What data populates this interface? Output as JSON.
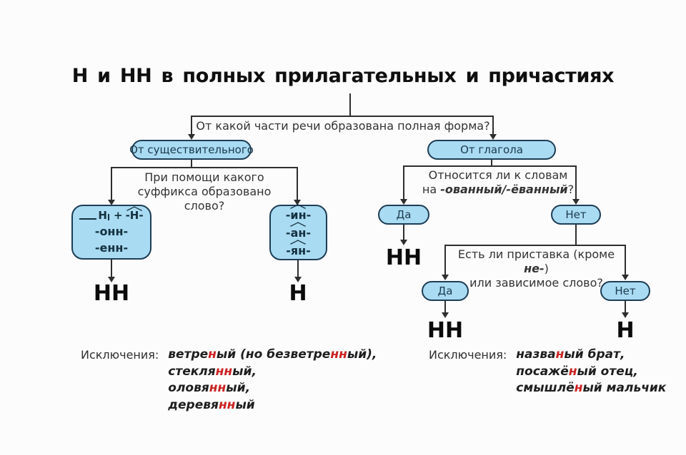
{
  "title": "Н и НН в полных прилагательных и причастиях",
  "colors": {
    "node_fill": "#a9dbf2",
    "node_border": "#1d3d54",
    "line": "#2e2e2e",
    "text": "#333333",
    "dark": "#14303f",
    "red": "#cc2222"
  },
  "root_question": "От какой части речи образована полная форма?",
  "noun_branch": {
    "label": "От существительного",
    "question_line1": "При помощи какого",
    "question_line2": "суффикса образовано слово?",
    "nn_box": {
      "stem": "Н",
      "plus": "+",
      "suffix": "-Н-",
      "suffixes": [
        "-онн-",
        "-енн-"
      ],
      "result": "НН"
    },
    "n_box": {
      "suffixes": [
        "-ин-",
        "-ан-",
        "-ян-"
      ],
      "result": "Н"
    }
  },
  "verb_branch": {
    "label": "От глагола",
    "question1_line1": "Относится ли к словам",
    "question1_line2_segments": [
      {
        "text": "на "
      },
      {
        "text": "-ованный/-ёванный",
        "em": true
      },
      {
        "text": "?"
      }
    ],
    "yes1": "Да",
    "no1": "Нет",
    "result_yes1": "НН",
    "question2_line1_segments": [
      {
        "text": "Есть ли приставка (кроме "
      },
      {
        "text": "не-",
        "em": true
      },
      {
        "text": ")"
      }
    ],
    "question2_line2": "или зависимое слово?",
    "yes2": "Да",
    "no2": "Нет",
    "result_yes2": "НН",
    "result_no2": "Н"
  },
  "exceptions_left": {
    "label": "Исключения:",
    "lines": [
      [
        {
          "text": "ветре"
        },
        {
          "text": "н",
          "red": true
        },
        {
          "text": "ый (но безветре"
        },
        {
          "text": "нн",
          "red": true
        },
        {
          "text": "ый),"
        }
      ],
      [
        {
          "text": "стекля"
        },
        {
          "text": "нн",
          "red": true
        },
        {
          "text": "ый,"
        }
      ],
      [
        {
          "text": "оловя"
        },
        {
          "text": "нн",
          "red": true
        },
        {
          "text": "ый,"
        }
      ],
      [
        {
          "text": "деревя"
        },
        {
          "text": "нн",
          "red": true
        },
        {
          "text": "ый"
        }
      ]
    ]
  },
  "exceptions_right": {
    "label": "Исключения:",
    "lines": [
      [
        {
          "text": "назва"
        },
        {
          "text": "н",
          "red": true
        },
        {
          "text": "ый брат,"
        }
      ],
      [
        {
          "text": "посажё"
        },
        {
          "text": "н",
          "red": true
        },
        {
          "text": "ый отец,"
        }
      ],
      [
        {
          "text": "смышлё"
        },
        {
          "text": "н",
          "red": true
        },
        {
          "text": "ый мальчик"
        }
      ]
    ]
  }
}
